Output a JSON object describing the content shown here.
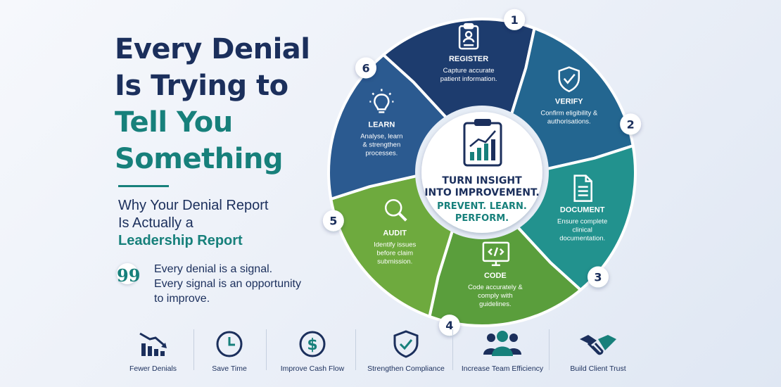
{
  "headline": {
    "line1": "Every Denial",
    "line2": "Is Trying to",
    "line3": "Tell You",
    "line4": "Something"
  },
  "subheading": {
    "line1": "Why Your Denial Report",
    "line2": "Is Actually a",
    "line3": "Leadership Report"
  },
  "quote": {
    "mark": "99",
    "line1": "Every denial is a signal.",
    "line2": "Every signal is an opportunity",
    "line3": "to improve."
  },
  "cycle": {
    "center": {
      "line1": "TURN INSIGHT",
      "line2": "INTO IMPROVEMENT.",
      "line3": "PREVENT. LEARN.",
      "line4": "PERFORM."
    },
    "steps": [
      {
        "number": "1",
        "title": "REGISTER",
        "desc1": "Capture accurate",
        "desc2": "patient information.",
        "desc3": "",
        "icon": "clipboard-person-icon",
        "color": "#1d3c6e"
      },
      {
        "number": "2",
        "title": "VERIFY",
        "desc1": "Confirm eligibility &",
        "desc2": "authorisations.",
        "desc3": "",
        "icon": "shield-check-icon",
        "color": "#236690"
      },
      {
        "number": "3",
        "title": "DOCUMENT",
        "desc1": "Ensure complete",
        "desc2": "clinical",
        "desc3": "documentation.",
        "icon": "document-icon",
        "color": "#22928e"
      },
      {
        "number": "4",
        "title": "CODE",
        "desc1": "Code accurately &",
        "desc2": "comply with",
        "desc3": "guidelines.",
        "icon": "code-monitor-icon",
        "color": "#5a9e3c"
      },
      {
        "number": "5",
        "title": "AUDIT",
        "desc1": "Identify issues",
        "desc2": "before claim",
        "desc3": "submission.",
        "icon": "magnifier-icon",
        "color": "#6eaa3e"
      },
      {
        "number": "6",
        "title": "LEARN",
        "desc1": "Analyse, learn",
        "desc2": "& strengthen",
        "desc3": "processes.",
        "icon": "lightbulb-icon",
        "color": "#2b5a90"
      }
    ]
  },
  "benefits": [
    {
      "label": "Fewer Denials",
      "icon": "chart-down-icon"
    },
    {
      "label": "Save Time",
      "icon": "clock-icon"
    },
    {
      "label": "Improve Cash Flow",
      "icon": "dollar-circle-icon"
    },
    {
      "label": "Strengthen Compliance",
      "icon": "shield-check-icon"
    },
    {
      "label": "Increase Team Efficiency",
      "icon": "team-icon"
    },
    {
      "label": "Build Client Trust",
      "icon": "handshake-icon"
    }
  ],
  "colors": {
    "navy": "#1b2f5c",
    "teal": "#17807b",
    "green": "#6eaa3e"
  }
}
